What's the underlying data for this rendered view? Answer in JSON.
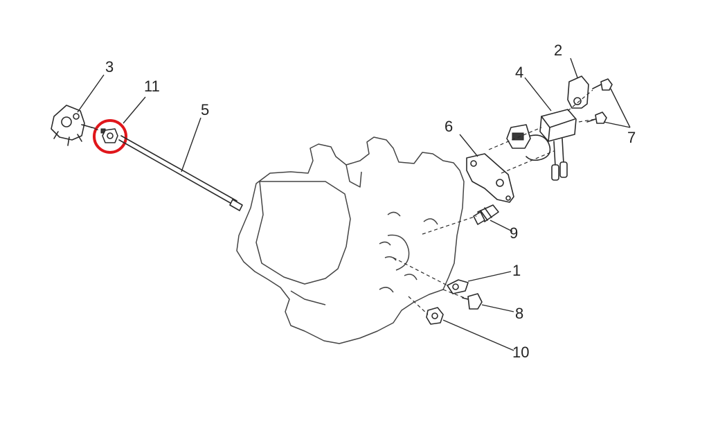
{
  "callouts": [
    {
      "id": "1",
      "text": "1"
    },
    {
      "id": "2",
      "text": "2"
    },
    {
      "id": "3",
      "text": "3"
    },
    {
      "id": "4",
      "text": "4"
    },
    {
      "id": "5",
      "text": "5"
    },
    {
      "id": "6",
      "text": "6"
    },
    {
      "id": "7",
      "text": "7"
    },
    {
      "id": "8",
      "text": "8"
    },
    {
      "id": "9",
      "text": "9"
    },
    {
      "id": "10",
      "text": "10"
    },
    {
      "id": "11",
      "text": "11"
    }
  ],
  "highlight": {
    "target": "11",
    "color": "#e0161b"
  },
  "colors": {
    "line": "#2a2a2a",
    "background": "#ffffff",
    "highlight": "#e0161b"
  }
}
